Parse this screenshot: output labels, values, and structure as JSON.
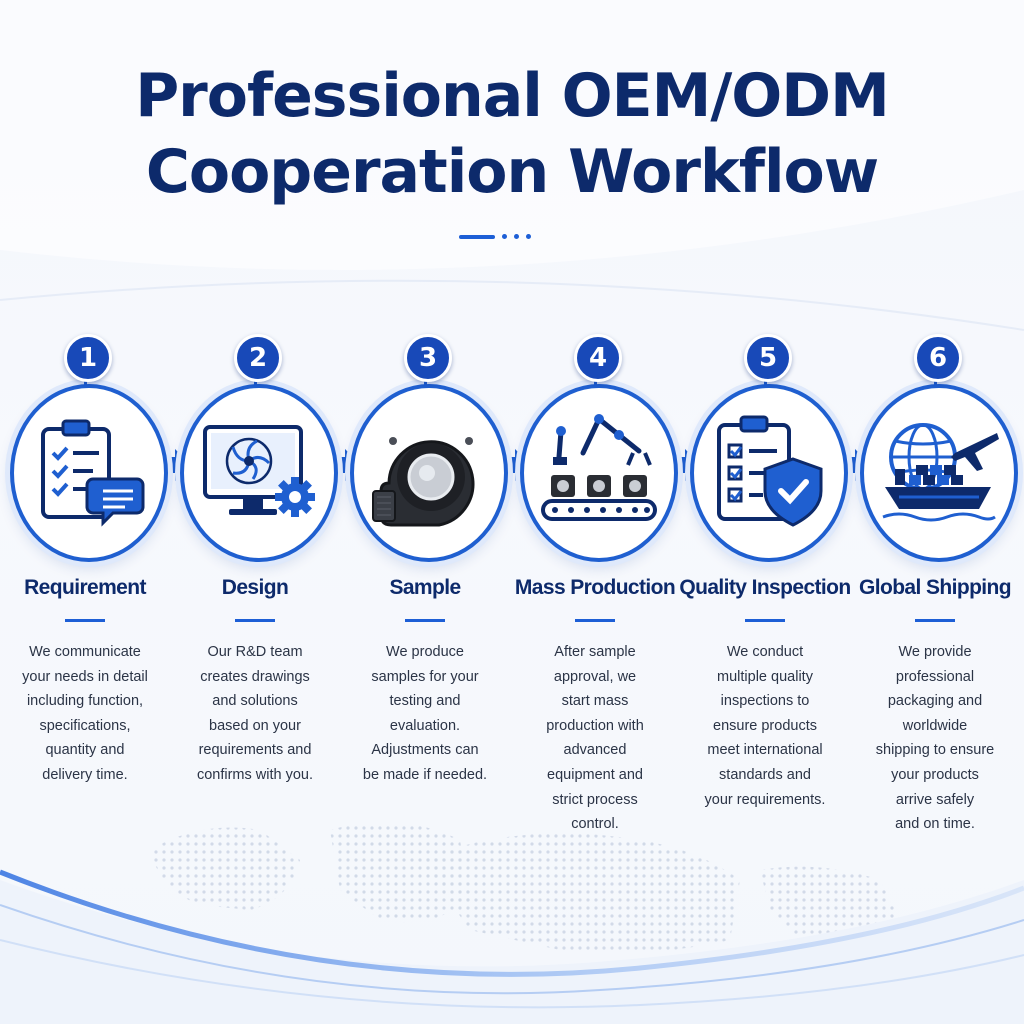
{
  "title": {
    "line1": "Professional OEM/ODM",
    "line2": "Cooperation Workflow"
  },
  "colors": {
    "navy": "#0d2a6b",
    "accent": "#1d5fd6",
    "badge": "#1849b8"
  },
  "steps": [
    {
      "number": "1",
      "icon": "clipboard-checklist-chat-icon",
      "title": "Requirement",
      "desc": [
        "We communicate",
        "your needs in detail",
        "including function,",
        "specifications,",
        "quantity and",
        "delivery time."
      ]
    },
    {
      "number": "2",
      "icon": "monitor-fan-gear-icon",
      "title": "Design",
      "desc": [
        "Our R&D team",
        "creates drawings",
        "and solutions",
        "based on your",
        "requirements and",
        "confirms with you."
      ]
    },
    {
      "number": "3",
      "icon": "blower-fan-icon",
      "title": "Sample",
      "desc": [
        "We produce",
        "samples for your",
        "testing and",
        "evaluation.",
        "Adjustments can",
        "be made if needed."
      ]
    },
    {
      "number": "4",
      "icon": "robot-arms-conveyor-icon",
      "title": "Mass Production",
      "desc": [
        "After sample",
        "approval, we",
        "start mass",
        "production with",
        "advanced",
        "equipment and",
        "strict process",
        "control."
      ]
    },
    {
      "number": "5",
      "icon": "clipboard-shield-check-icon",
      "title": "Quality Inspection",
      "desc": [
        "We conduct",
        "multiple quality",
        "inspections to",
        "ensure products",
        "meet international",
        "standards and",
        "your requirements."
      ]
    },
    {
      "number": "6",
      "icon": "globe-plane-ship-icon",
      "title": "Global Shipping",
      "desc": [
        "We provide",
        "professional",
        "packaging and",
        "worldwide",
        "shipping to ensure",
        "your products",
        "arrive safely",
        "and on time."
      ]
    }
  ]
}
